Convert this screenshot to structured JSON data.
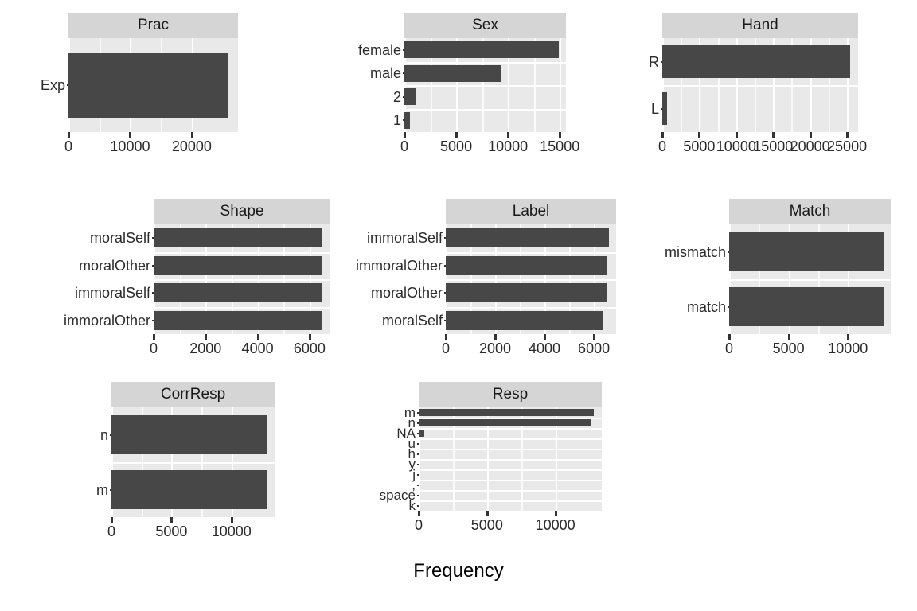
{
  "chart_data": [
    {
      "type": "bar",
      "title": "Prac",
      "orientation": "horizontal",
      "xlabel": "Frequency",
      "ylabel": "",
      "categories": [
        "Exp"
      ],
      "values": [
        26000
      ],
      "xlim": [
        0,
        27500
      ],
      "xticks": [
        0,
        10000,
        20000
      ],
      "xticklabels": [
        "0",
        "10000",
        "20000"
      ],
      "grid": true,
      "legend": "none"
    },
    {
      "type": "bar",
      "title": "Sex",
      "orientation": "horizontal",
      "xlabel": "Frequency",
      "ylabel": "",
      "categories": [
        "female",
        "male",
        "2",
        "1"
      ],
      "values": [
        14900,
        9300,
        1100,
        550
      ],
      "xlim": [
        0,
        15600
      ],
      "xticks": [
        0,
        5000,
        10000,
        15000
      ],
      "xticklabels": [
        "0",
        "5000",
        "10000",
        "15000"
      ],
      "grid": true,
      "legend": "none"
    },
    {
      "type": "bar",
      "title": "Hand",
      "orientation": "horizontal",
      "xlabel": "Frequency",
      "ylabel": "",
      "categories": [
        "R",
        "L"
      ],
      "values": [
        25400,
        700
      ],
      "xlim": [
        0,
        26500
      ],
      "xticks": [
        0,
        5000,
        10000,
        15000,
        20000,
        25000
      ],
      "xticklabels": [
        "0",
        "5000",
        "10000",
        "15000",
        "20000",
        "25000"
      ],
      "grid": true,
      "legend": "none"
    },
    {
      "type": "bar",
      "title": "Shape",
      "orientation": "horizontal",
      "xlabel": "Frequency",
      "ylabel": "",
      "categories": [
        "moralSelf",
        "moralOther",
        "immoralSelf",
        "immoralOther"
      ],
      "values": [
        6500,
        6500,
        6500,
        6500
      ],
      "xlim": [
        0,
        6800
      ],
      "xticks": [
        0,
        2000,
        4000,
        6000
      ],
      "xticklabels": [
        "0",
        "2000",
        "4000",
        "6000"
      ],
      "grid": true,
      "legend": "none"
    },
    {
      "type": "bar",
      "title": "Label",
      "orientation": "horizontal",
      "xlabel": "Frequency",
      "ylabel": "",
      "categories": [
        "immoralSelf",
        "immoralOther",
        "moralOther",
        "moralSelf"
      ],
      "values": [
        6600,
        6550,
        6550,
        6350
      ],
      "xlim": [
        0,
        6900
      ],
      "xticks": [
        0,
        2000,
        4000,
        6000
      ],
      "xticklabels": [
        "0",
        "2000",
        "4000",
        "6000"
      ],
      "grid": true,
      "legend": "none"
    },
    {
      "type": "bar",
      "title": "Match",
      "orientation": "horizontal",
      "xlabel": "Frequency",
      "ylabel": "",
      "categories": [
        "mismatch",
        "match"
      ],
      "values": [
        13000,
        13000
      ],
      "xlim": [
        0,
        13600
      ],
      "xticks": [
        0,
        5000,
        10000
      ],
      "xticklabels": [
        "0",
        "5000",
        "10000"
      ],
      "grid": true,
      "legend": "none"
    },
    {
      "type": "bar",
      "title": "CorrResp",
      "orientation": "horizontal",
      "xlabel": "Frequency",
      "ylabel": "",
      "categories": [
        "n",
        "m"
      ],
      "values": [
        13000,
        13000
      ],
      "xlim": [
        0,
        13600
      ],
      "xticks": [
        0,
        5000,
        10000
      ],
      "xticklabels": [
        "0",
        "5000",
        "10000"
      ],
      "grid": true,
      "legend": "none"
    },
    {
      "type": "bar",
      "title": "Resp",
      "orientation": "horizontal",
      "xlabel": "Frequency",
      "ylabel": "",
      "categories": [
        "m",
        "n",
        "NA",
        "u",
        "h",
        "y",
        "j",
        ",",
        "space",
        "k"
      ],
      "values": [
        12800,
        12600,
        400,
        0,
        0,
        0,
        0,
        0,
        0,
        0
      ],
      "xlim": [
        0,
        13400
      ],
      "xticks": [
        0,
        5000,
        10000
      ],
      "xticklabels": [
        "0",
        "5000",
        "10000"
      ],
      "grid": true,
      "legend": "none"
    }
  ],
  "axis": {
    "x_title": "Frequency"
  },
  "colors": {
    "bar": "#474747",
    "panel_bg": "#e9e9e9",
    "strip_bg": "#d5d5d5",
    "gridline": "#ffffff",
    "text": "#2b2b2b",
    "page_bg": "#ffffff"
  },
  "panels": {
    "prac": {
      "title": "Prac"
    },
    "sex": {
      "title": "Sex"
    },
    "hand": {
      "title": "Hand"
    },
    "shape": {
      "title": "Shape"
    },
    "label": {
      "title": "Label"
    },
    "match": {
      "title": "Match"
    },
    "corrresp": {
      "title": "CorrResp"
    },
    "resp": {
      "title": "Resp"
    }
  }
}
